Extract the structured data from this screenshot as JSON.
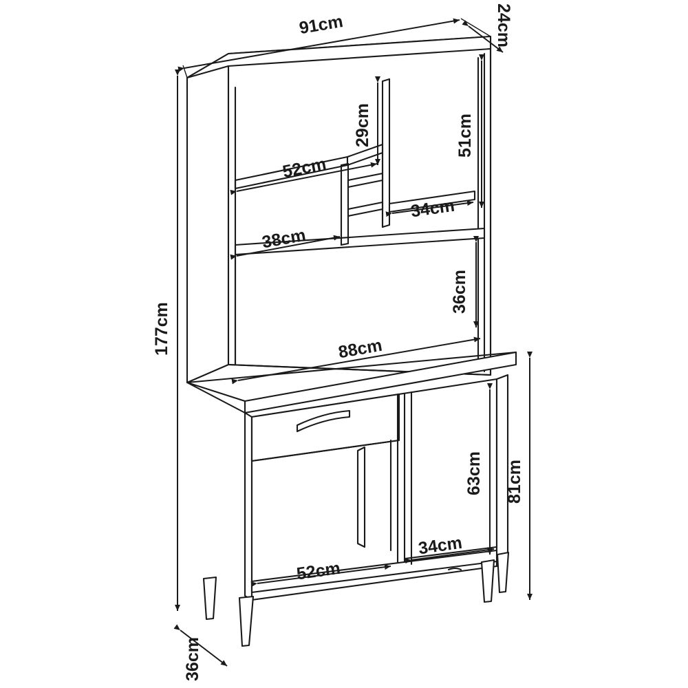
{
  "drawing": {
    "title": "Kitchen cabinet hutch dimensioned isometric drawing",
    "unit": "cm",
    "line_color": "#1a1a1a",
    "fill_color": "#ffffff",
    "text_color": "#1a1a1a"
  },
  "dimensions": {
    "overall_width": "91cm",
    "upper_depth": "24cm",
    "overall_height": "177cm",
    "base_depth": "36cm",
    "upper_left_shelf_width": "52cm",
    "upper_mid_niche_height": "29cm",
    "upper_right_compartment_height": "51cm",
    "upper_right_shelf_width": "34cm",
    "upper_lower_shelf_width": "38cm",
    "open_niche_height": "36cm",
    "countertop_width": "88cm",
    "base_inner_height": "63cm",
    "base_total_height": "81cm",
    "base_left_width": "52cm",
    "base_right_width": "34cm"
  },
  "labels": {
    "width_91": "91cm",
    "depth_24": "24cm",
    "height_177": "177cm",
    "depth_36": "36cm",
    "shelf_52_upper": "52cm",
    "niche_29": "29cm",
    "compartment_51": "51cm",
    "shelf_34_upper": "34cm",
    "shelf_38": "38cm",
    "niche_36": "36cm",
    "counter_88": "88cm",
    "base_63": "63cm",
    "base_81": "81cm",
    "base_52": "52cm",
    "base_34": "34cm"
  },
  "parts": {
    "upper_cabinet": "upper-cabinet",
    "open_niche": "open-niche",
    "countertop": "countertop",
    "drawer": "drawer",
    "drawer_handle": "drawer-handle",
    "lower_cabinet": "lower-cabinet",
    "legs": "tapered-legs"
  }
}
